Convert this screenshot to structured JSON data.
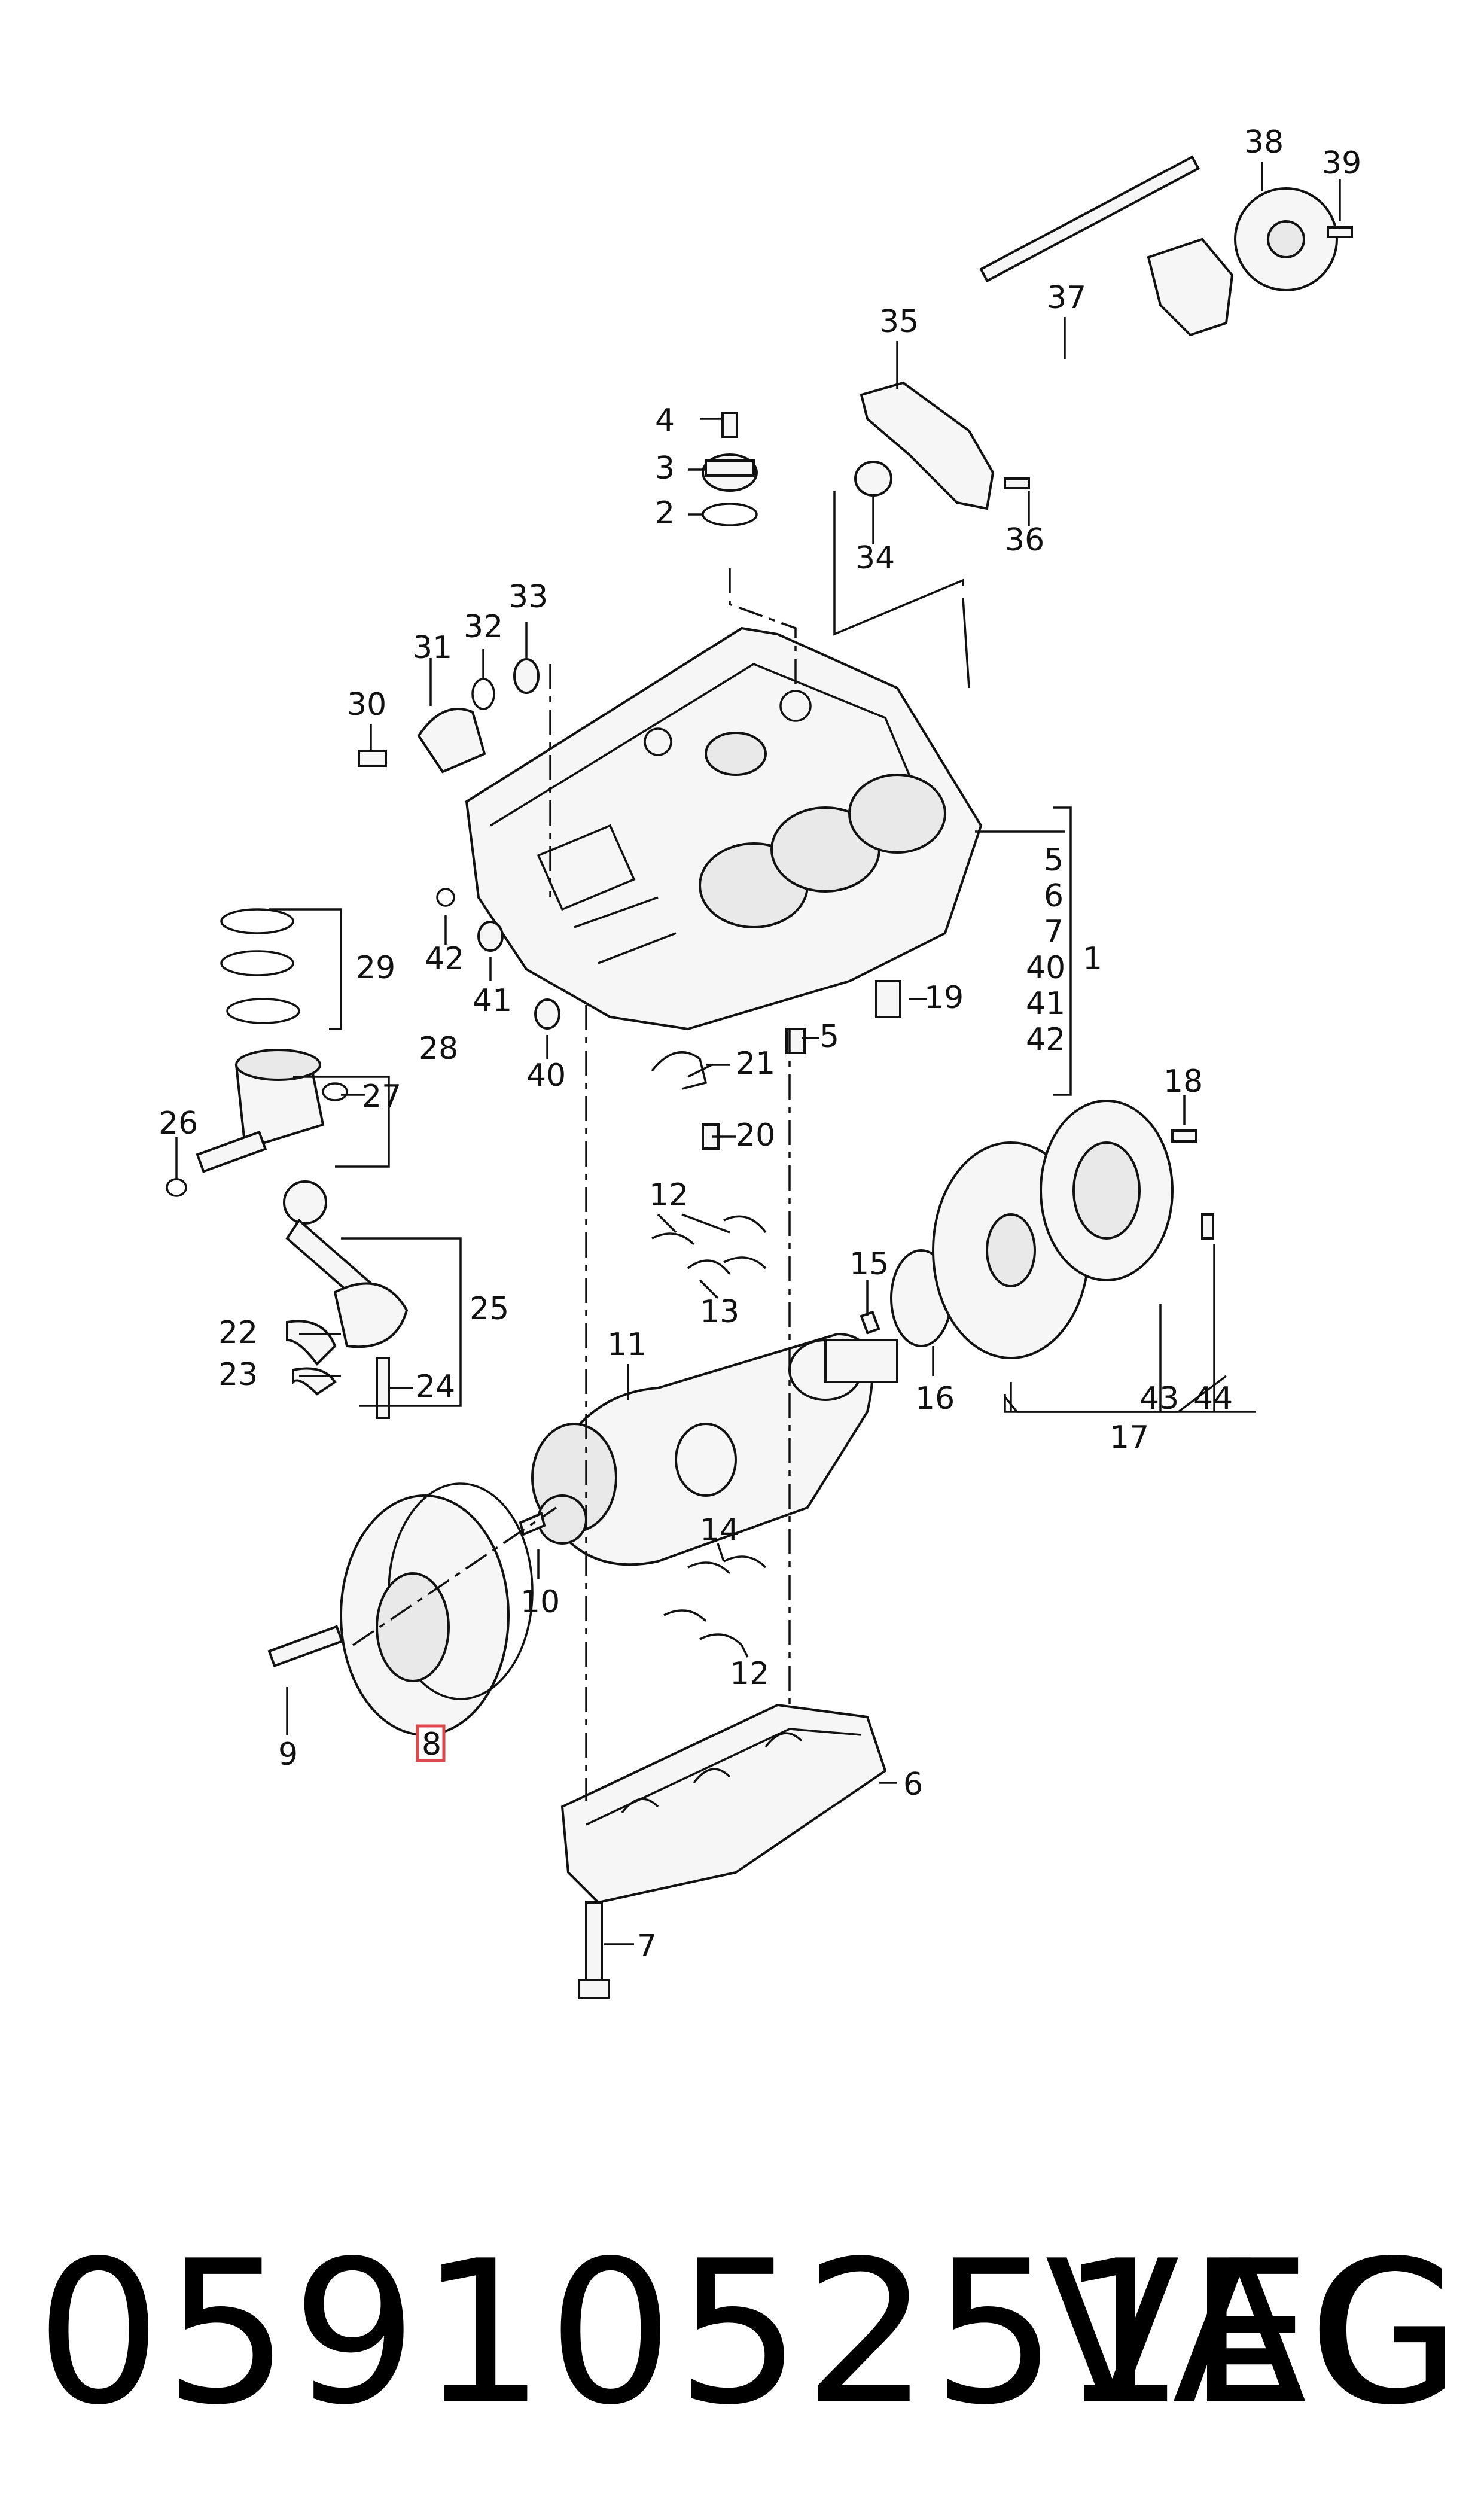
{
  "labels": {
    "l1": "1",
    "l2": "2",
    "l3": "3",
    "l4": "4",
    "l5a": "5",
    "l5b": "5",
    "l6a": "6",
    "l6b": "6",
    "l7a": "7",
    "l7b": "7",
    "l8": "8",
    "l9": "9",
    "l10": "10",
    "l11": "11",
    "l12a": "12",
    "l12b": "12",
    "l13": "13",
    "l14": "14",
    "l15": "15",
    "l16": "16",
    "l17": "17",
    "l18": "18",
    "l19": "19",
    "l20": "20",
    "l21": "21",
    "l22": "22",
    "l23": "23",
    "l24": "24",
    "l25": "25",
    "l26": "26",
    "l27": "27",
    "l28": "28",
    "l29": "29",
    "l30": "30",
    "l31": "31",
    "l32": "32",
    "l33": "33",
    "l34": "34",
    "l35": "35",
    "l36": "36",
    "l37": "37",
    "l38": "38",
    "l39": "39",
    "l40a": "40",
    "l40b": "40",
    "l41a": "41",
    "l41b": "41",
    "l42a": "42",
    "l42b": "42",
    "l43": "43",
    "l44": "44"
  },
  "highlighted_part": "8",
  "footer": {
    "part_number": "059105251EC",
    "brand": "VAG"
  },
  "colors": {
    "line": "#111111",
    "highlight": "#e0474c",
    "background": "#ffffff"
  }
}
